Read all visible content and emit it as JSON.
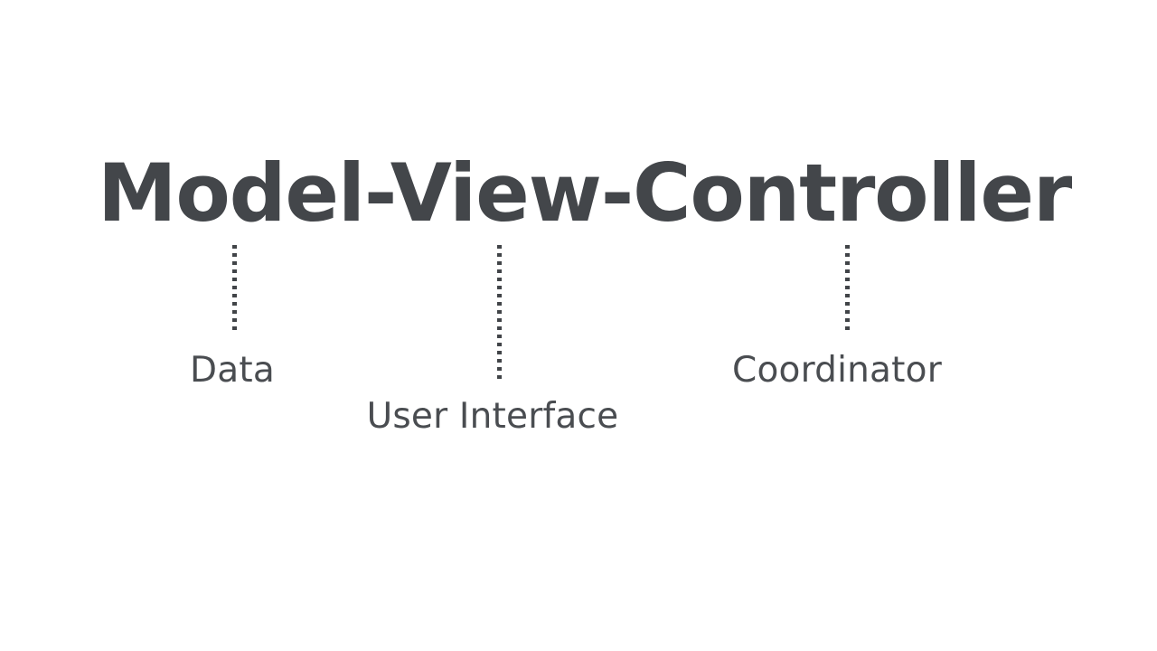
{
  "slide": {
    "background_color": "#ffffff",
    "text_color": "#43464a",
    "accent_color": "#414448",
    "title": "Model-View-Controller"
  },
  "branches": [
    {
      "id": "model",
      "label": "Data",
      "connector": "dotted-vertical-line"
    },
    {
      "id": "view",
      "label": "User Interface",
      "connector": "dotted-vertical-line"
    },
    {
      "id": "controller",
      "label": "Coordinator",
      "connector": "dotted-vertical-line"
    }
  ]
}
